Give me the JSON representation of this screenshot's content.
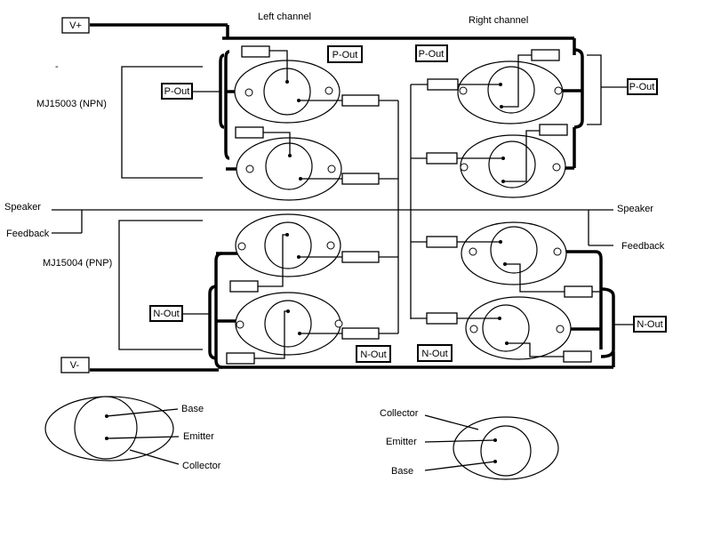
{
  "labels": {
    "left_channel": "Left channel",
    "right_channel": "Right channel",
    "npn_part": "MJ15003 (NPN)",
    "pnp_part": "MJ15004 (PNP)",
    "speaker": "Speaker",
    "feedback": "Feedback",
    "dash": "-"
  },
  "terminals": {
    "v_plus": "V+",
    "v_minus": "V-",
    "p_out": "P-Out",
    "n_out": "N-Out"
  },
  "legend": {
    "left": {
      "base": "Base",
      "emitter": "Emitter",
      "collector": "Collector"
    },
    "right": {
      "collector": "Collector",
      "emitter": "Emitter",
      "base": "Base"
    }
  }
}
